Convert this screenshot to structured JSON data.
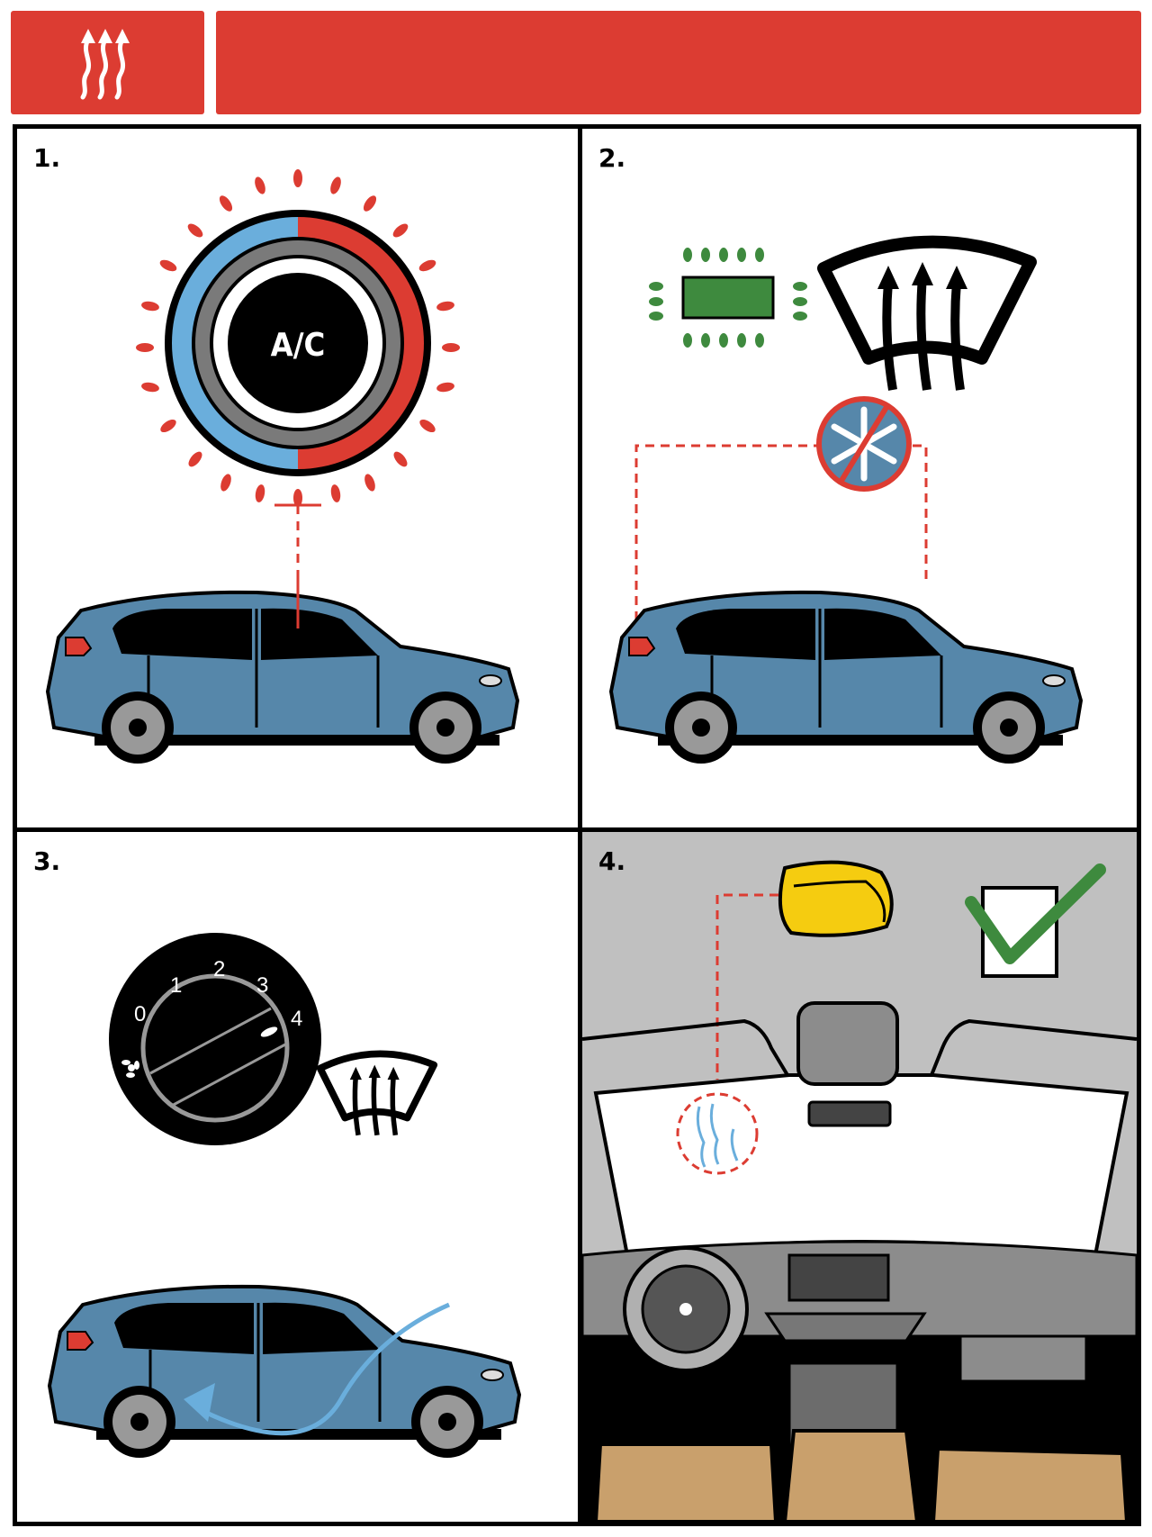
{
  "header": {
    "icon": "heat-waves-arrows-icon",
    "title": "",
    "color": "#dc3c32"
  },
  "colors": {
    "red": "#dc3c32",
    "blue_light": "#6aaedc",
    "car_blue": "#5687aa",
    "grey_ring": "#7a7a7a",
    "green": "#3e8a3e",
    "sponge_yellow": "#f5cc10",
    "interior_grey": "#c0c0c0",
    "seat_tan": "#c9a06c"
  },
  "panels": [
    {
      "number": "1.",
      "elements": [
        "ac-button-icon",
        "heat-rays",
        "dashed-leader-line",
        "suv-car"
      ],
      "ac_label": "A/C"
    },
    {
      "number": "2.",
      "elements": [
        "rear-defrost-icon",
        "front-defrost-icon",
        "no-snowflake-icon",
        "dashed-leader-lines",
        "suv-car"
      ]
    },
    {
      "number": "3.",
      "elements": [
        "fan-speed-dial",
        "front-defrost-icon",
        "suv-car",
        "airflow-arrow"
      ],
      "dial_labels": [
        "0",
        "1",
        "2",
        "3",
        "4"
      ],
      "dial_icon": "fan-icon"
    },
    {
      "number": "4.",
      "elements": [
        "sponge-icon",
        "checkbox-checked-icon",
        "windshield-condensation-circle",
        "car-interior"
      ]
    }
  ]
}
